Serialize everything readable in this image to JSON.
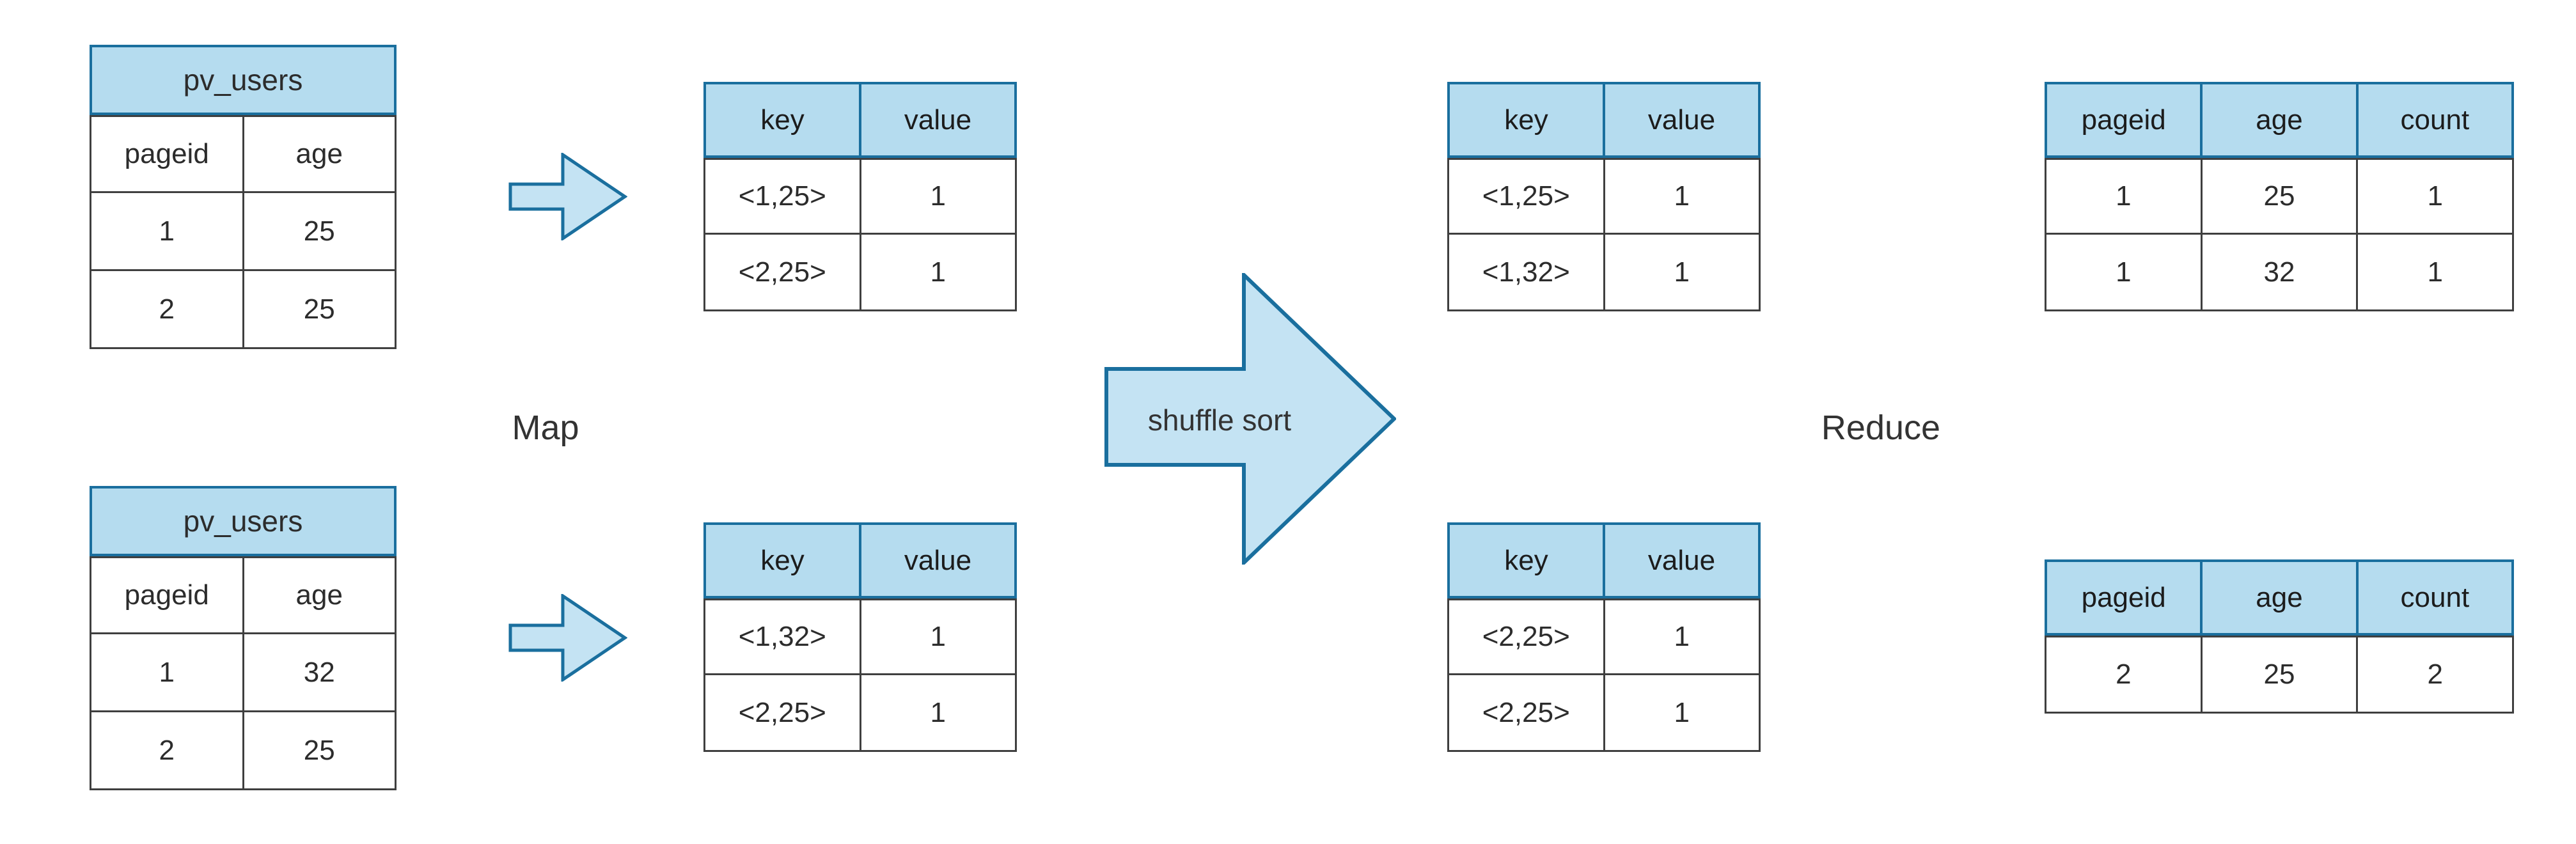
{
  "diagram": {
    "labels": {
      "map": "Map",
      "shuffle": "shuffle sort",
      "reduce": "Reduce"
    },
    "colors": {
      "header_fill": "#b5dcef",
      "header_border": "#1a6f9e",
      "arrow_fill": "#c4e3f3",
      "arrow_border": "#1a6f9e",
      "cell_border": "#3f3f3f",
      "text": "#2c2c2c"
    },
    "icons": {
      "map_arrow": "right-block-arrow",
      "shuffle_arrow": "right-block-arrow"
    }
  },
  "tables": {
    "source_top": {
      "title": "pv_users",
      "columns": [
        "pageid",
        "age"
      ],
      "rows": [
        [
          "1",
          "25"
        ],
        [
          "2",
          "25"
        ]
      ]
    },
    "source_bottom": {
      "title": "pv_users",
      "columns": [
        "pageid",
        "age"
      ],
      "rows": [
        [
          "1",
          "32"
        ],
        [
          "2",
          "25"
        ]
      ]
    },
    "map_out_top": {
      "columns": [
        "key",
        "value"
      ],
      "rows": [
        [
          "<1,25>",
          "1"
        ],
        [
          "<2,25>",
          "1"
        ]
      ]
    },
    "map_out_bottom": {
      "columns": [
        "key",
        "value"
      ],
      "rows": [
        [
          "<1,32>",
          "1"
        ],
        [
          "<2,25>",
          "1"
        ]
      ]
    },
    "shuffle_out_top": {
      "columns": [
        "key",
        "value"
      ],
      "rows": [
        [
          "<1,25>",
          "1"
        ],
        [
          "<1,32>",
          "1"
        ]
      ]
    },
    "shuffle_out_bottom": {
      "columns": [
        "key",
        "value"
      ],
      "rows": [
        [
          "<2,25>",
          "1"
        ],
        [
          "<2,25>",
          "1"
        ]
      ]
    },
    "reduce_out_top": {
      "columns": [
        "pageid",
        "age",
        "count"
      ],
      "rows": [
        [
          "1",
          "25",
          "1"
        ],
        [
          "1",
          "32",
          "1"
        ]
      ]
    },
    "reduce_out_bottom": {
      "columns": [
        "pageid",
        "age",
        "count"
      ],
      "rows": [
        [
          "2",
          "25",
          "2"
        ]
      ]
    }
  }
}
